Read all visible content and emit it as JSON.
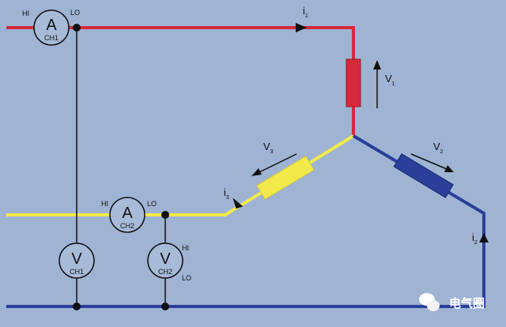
{
  "colors": {
    "background": "#9fb3d3",
    "phase1": "#d42a3c",
    "phase2": "#2a3f9a",
    "phase3": "#f2ea4a",
    "wire": "#111111"
  },
  "ammeter1": {
    "symbol": "A",
    "channel": "CH1",
    "hi": "HI",
    "lo": "LO"
  },
  "ammeter2": {
    "symbol": "A",
    "channel": "CH2",
    "hi": "HI",
    "lo": "LO"
  },
  "voltmeter1": {
    "symbol": "V",
    "channel": "CH1"
  },
  "voltmeter2": {
    "symbol": "V",
    "channel": "CH2",
    "hi": "HI",
    "lo": "LO"
  },
  "currents": {
    "i1": {
      "main": "i",
      "sub": "1"
    },
    "i2": {
      "main": "i",
      "sub": "2"
    },
    "i3": {
      "main": "i",
      "sub": "3"
    }
  },
  "voltages": {
    "v1": {
      "main": "V",
      "sub": "1"
    },
    "v2": {
      "main": "V",
      "sub": "2"
    },
    "v3": {
      "main": "V",
      "sub": "3"
    }
  },
  "watermark": {
    "text": "电气圈"
  }
}
